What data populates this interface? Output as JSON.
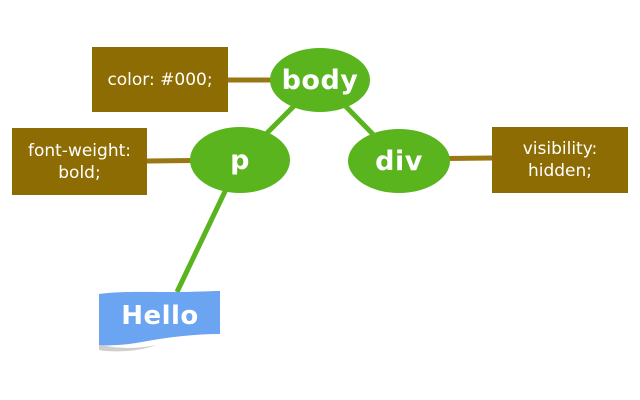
{
  "diagram": {
    "description": "DOM tree with CSS rules applied to nodes",
    "nodes": {
      "body": {
        "label": "body",
        "type": "element"
      },
      "p": {
        "label": "p",
        "type": "element"
      },
      "div": {
        "label": "div",
        "type": "element"
      },
      "text": {
        "label": "Hello",
        "type": "text-node"
      }
    },
    "rules": {
      "color": {
        "text": "color: #000;",
        "attached_to": "body"
      },
      "font_weight": {
        "text": "font-weight:\nbold;",
        "attached_to": "p"
      },
      "visibility": {
        "text": "visibility:\nhidden;",
        "attached_to": "div"
      }
    },
    "edges": [
      {
        "from": "body",
        "to": "p",
        "style": "green"
      },
      {
        "from": "body",
        "to": "div",
        "style": "green"
      },
      {
        "from": "p",
        "to": "text",
        "style": "green"
      },
      {
        "from": "color-rule",
        "to": "body",
        "style": "brown"
      },
      {
        "from": "font-weight-rule",
        "to": "p",
        "style": "brown"
      },
      {
        "from": "div",
        "to": "visibility-rule",
        "style": "brown"
      }
    ],
    "colors": {
      "node_green": "#5ab41e",
      "rule_brown": "#8e6c04",
      "connector_brown": "#9a7712",
      "text_blue": "#6ba4f0",
      "wave_gray": "#cfcfcf",
      "label_white": "#ffffff"
    }
  }
}
